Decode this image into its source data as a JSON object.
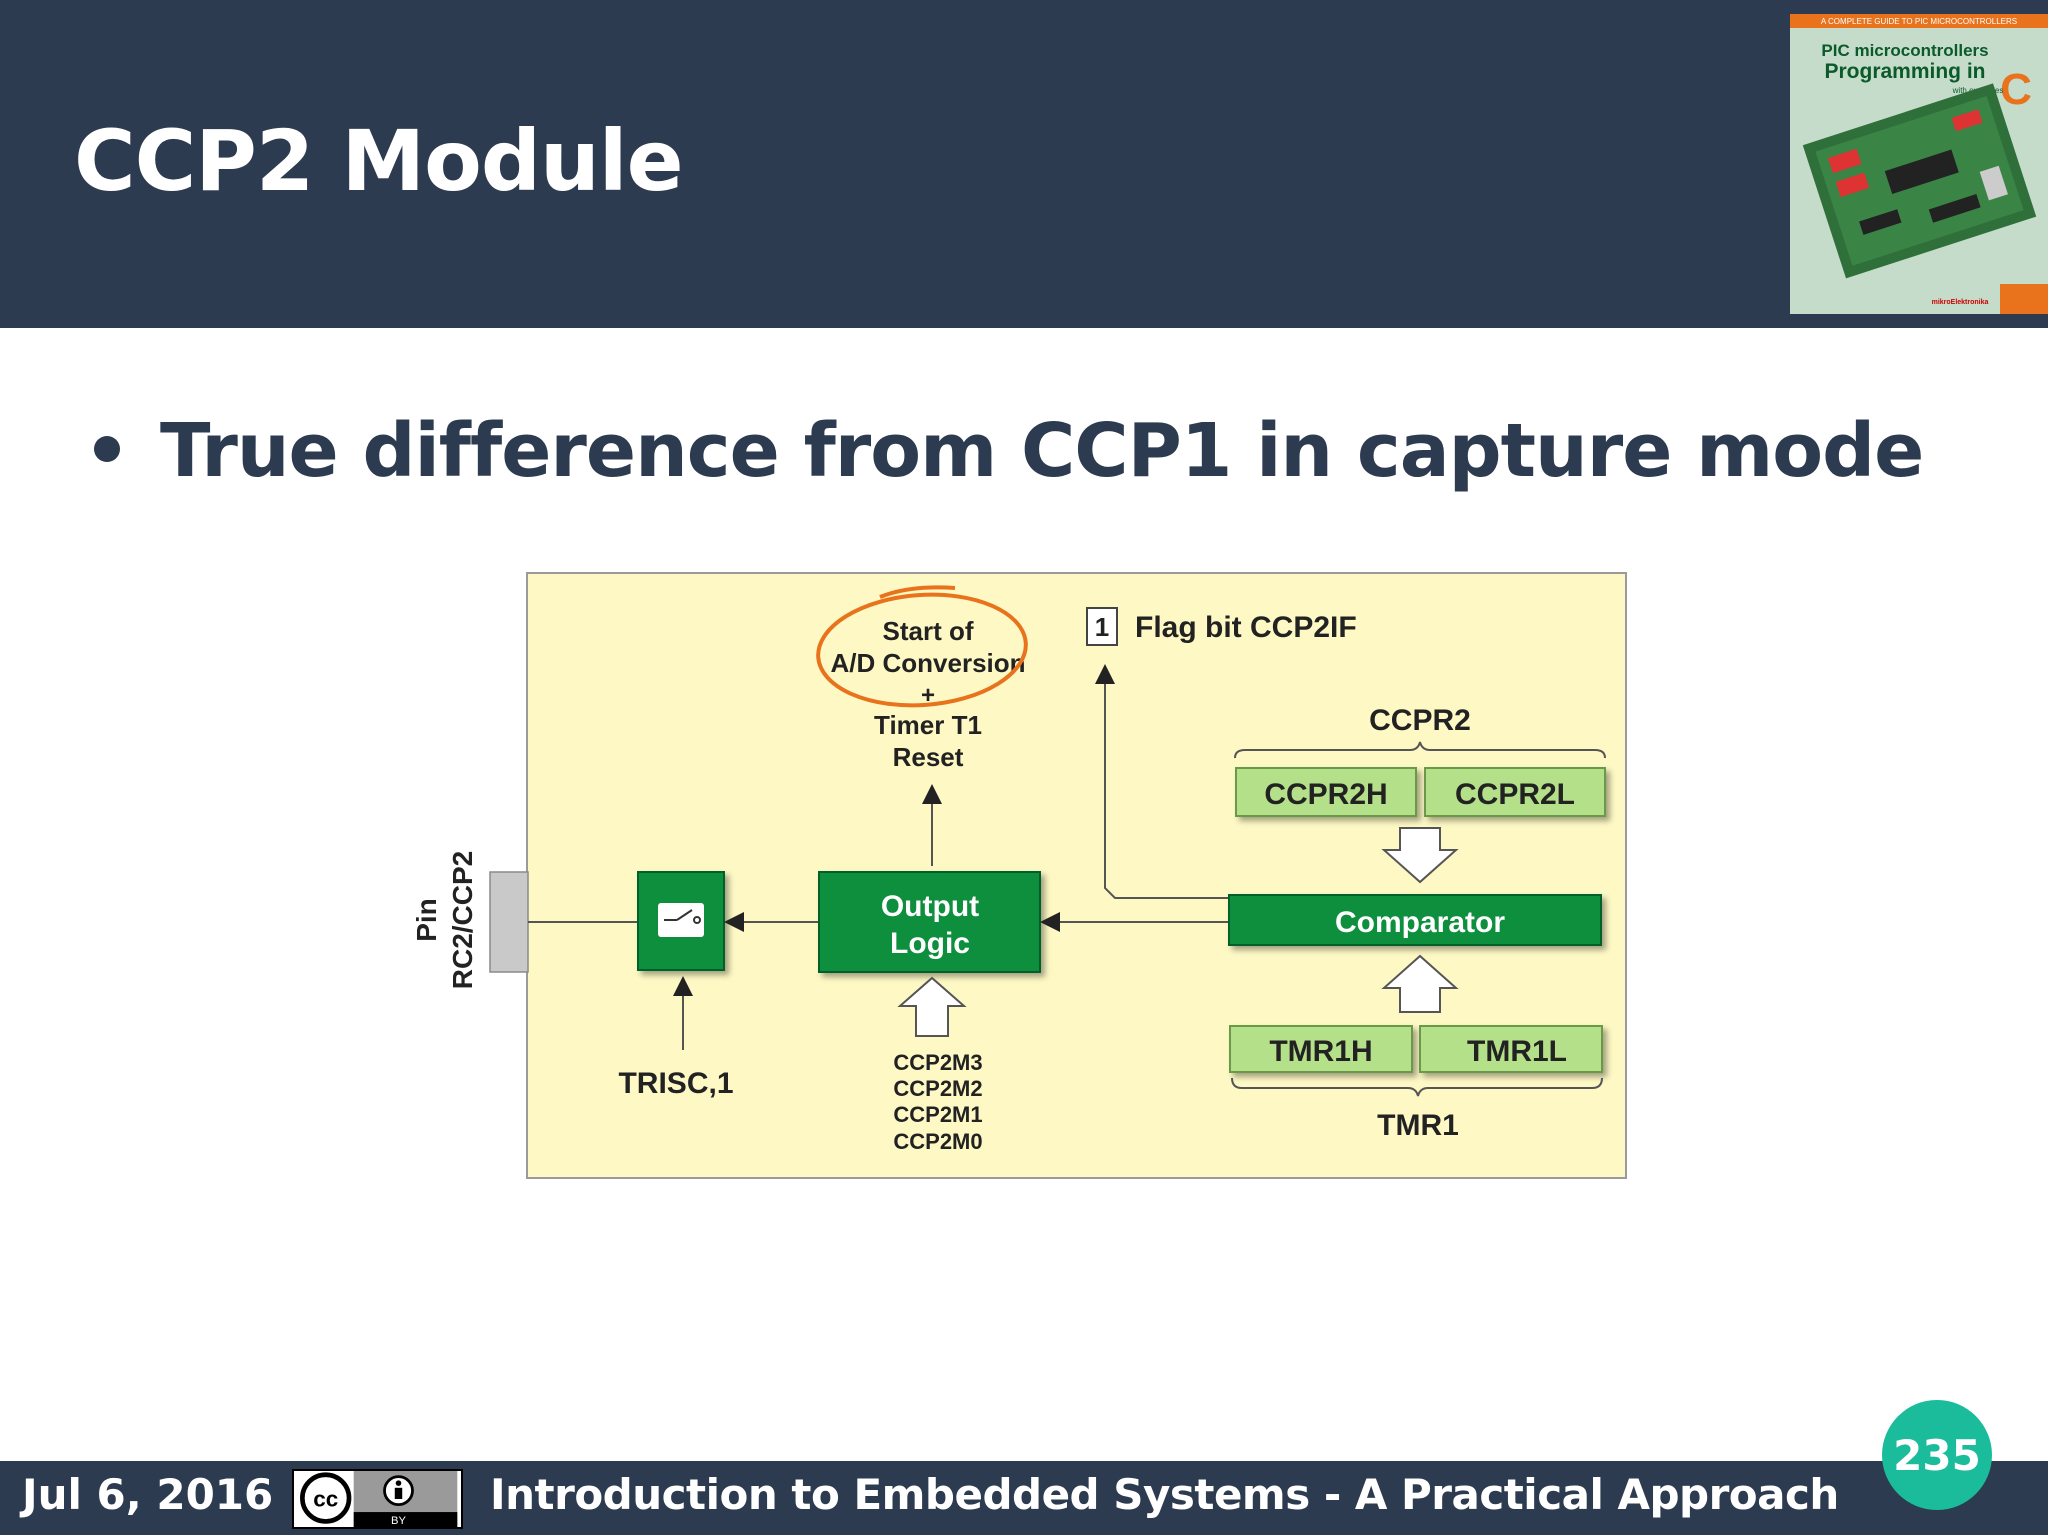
{
  "slide": {
    "title": "CCP2 Module",
    "bullet": "True difference from CCP1 in capture mode"
  },
  "book_cover": {
    "top_line": "A COMPLETE GUIDE TO PIC MICROCONTROLLERS",
    "line1": "PIC microcontrollers",
    "line2": "Programming in",
    "big_letter": "C",
    "sub": "with examples",
    "publisher": "mikroElektronika"
  },
  "diagram": {
    "pin_label_1": "Pin",
    "pin_label_2": "RC2/CCP2",
    "start_of": "Start of",
    "ad_conversion": "A/D Conversion",
    "plus": "+",
    "timer_t1": "Timer T1",
    "reset": "Reset",
    "flag_value": "1",
    "flag_label": "Flag bit CCP2IF",
    "ccpr2": "CCPR2",
    "ccpr2h": "CCPR2H",
    "ccpr2l": "CCPR2L",
    "output_logic_1": "Output",
    "output_logic_2": "Logic",
    "comparator": "Comparator",
    "tmr1h": "TMR1H",
    "tmr1l": "TMR1L",
    "tmr1": "TMR1",
    "trisc": "TRISC,1",
    "ccp2m3": "CCP2M3",
    "ccp2m2": "CCP2M2",
    "ccp2m1": "CCP2M1",
    "ccp2m0": "CCP2M0"
  },
  "footer": {
    "date": "Jul 6, 2016",
    "license_cc": "cc",
    "license_by": "BY",
    "course_title": "Introduction to Embedded Systems - A Practical Approach",
    "page_number": "235"
  },
  "colors": {
    "header_bg": "#2d3b50",
    "diagram_bg": "#fdf8c4",
    "block_green": "#0a8f3c",
    "register_green": "#b5e08a",
    "highlight_orange": "#e8731c",
    "page_badge": "#1abc9c"
  }
}
